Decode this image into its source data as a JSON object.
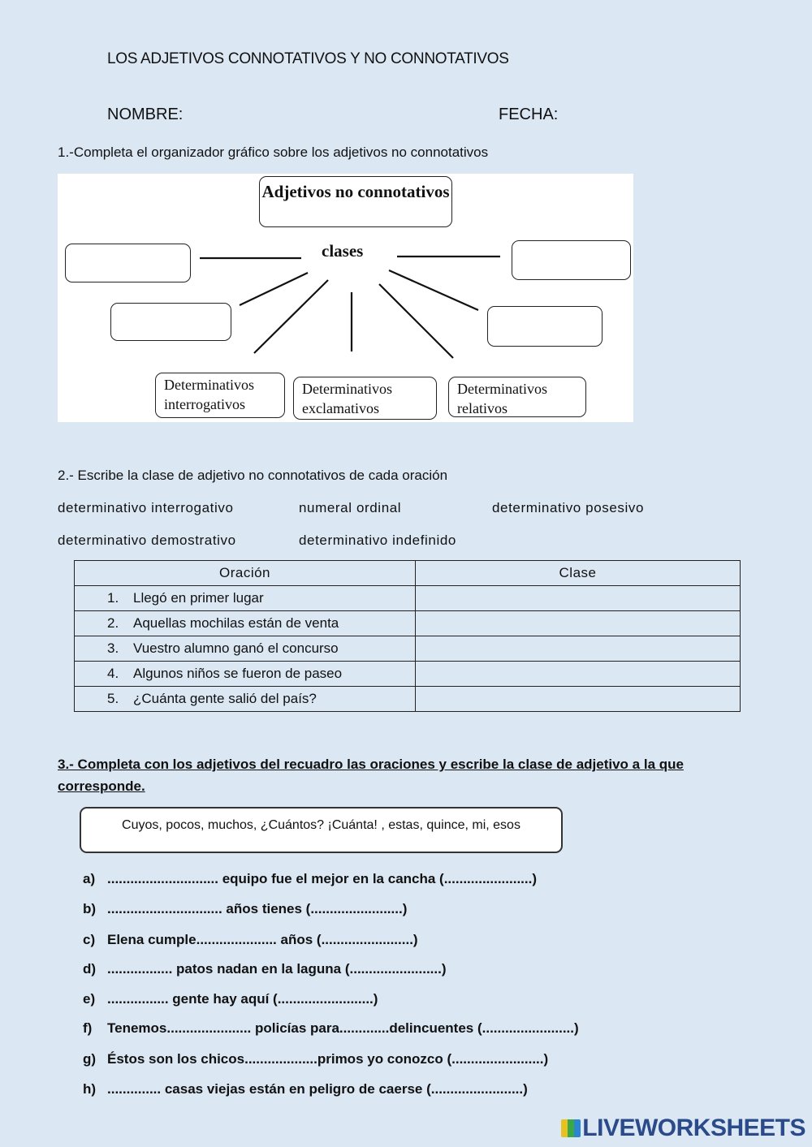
{
  "header": {
    "title": "LOS ADJETIVOS CONNOTATIVOS Y NO CONNOTATIVOS",
    "name_label": "NOMBRE:",
    "date_label": "FECHA:"
  },
  "q1": {
    "instruction": "1.-Completa el organizador gráfico sobre los adjetivos no connotativos",
    "diagram": {
      "top": "Adjetivos no connotativos",
      "center": "clases",
      "box_interrogativos": "Determinativos interrogativos",
      "box_exclamativos": "Determinativos exclamativos",
      "box_relativos": "Determinativos relativos"
    }
  },
  "q2": {
    "instruction": "2.- Escribe la clase de adjetivo no connotativos de cada oración",
    "options": [
      "determinativo interrogativo",
      "numeral ordinal",
      "determinativo posesivo",
      "determinativo demostrativo",
      "determinativo indefinido"
    ],
    "table": {
      "headers": [
        "Oración",
        "Clase"
      ],
      "rows": [
        {
          "num": "1.",
          "text": "Llegó en primer lugar"
        },
        {
          "num": "2.",
          "text": "Aquellas mochilas están de venta"
        },
        {
          "num": "3.",
          "text": "Vuestro  alumno ganó el concurso"
        },
        {
          "num": "4.",
          "text": "Algunos niños se fueron de paseo"
        },
        {
          "num": "5.",
          "text": "¿Cuánta gente salió del país?"
        }
      ]
    }
  },
  "q3": {
    "instruction": "3.- Completa con los adjetivos del recuadro las oraciones y escribe la clase de adjetivo a la que corresponde.",
    "word_box": "Cuyos, pocos, muchos, ¿Cuántos? ¡Cuánta! , estas, quince, mi, esos",
    "items": [
      {
        "letter": "a)",
        "text": "............................. equipo fue el mejor en la cancha (.......................)"
      },
      {
        "letter": "b)",
        "text": ".............................. años tienes (........................)"
      },
      {
        "letter": "c)",
        "text": "Elena cumple..................... años (........................)"
      },
      {
        "letter": "d)",
        "text": "................. patos nadan en la laguna (........................)"
      },
      {
        "letter": "e)",
        "text": "................ gente hay aquí (.........................)"
      },
      {
        "letter": "f)",
        "text": "Tenemos...................... policías para.............delincuentes (........................)"
      },
      {
        "letter": "g)",
        "text": "Éstos son los chicos...................primos yo conozco (........................)"
      },
      {
        "letter": "h)",
        "text": ".............. casas viejas están en peligro de caerse (........................)"
      }
    ]
  },
  "footer": {
    "logo_text": "LIVEWORKSHEETS"
  }
}
